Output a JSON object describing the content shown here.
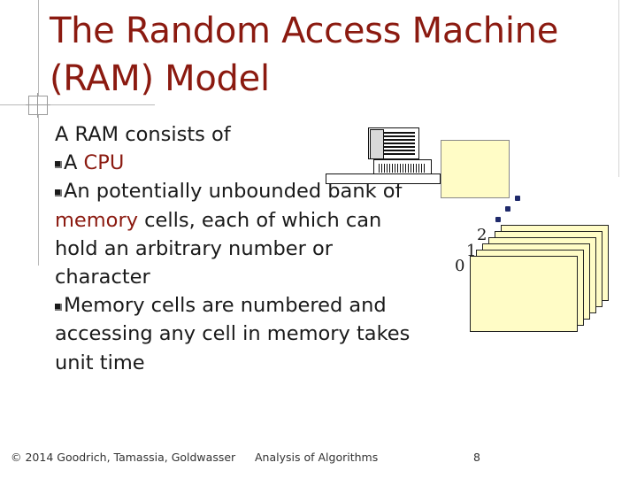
{
  "title": {
    "line1": "The Random Access Machine",
    "line2": "(RAM) Model"
  },
  "body": {
    "line1": "A RAM consists of",
    "bullet1_prefix": "A ",
    "bullet1_highlight": "CPU",
    "bullet2_line1": "An potentially unbounded bank of",
    "bullet2_line2_highlight": "memory",
    "bullet2_line2_rest": " cells, each of which can",
    "bullet2_line3": "hold an arbitrary number or",
    "bullet2_line4": "character",
    "bullet3_line1": "Memory cells are numbered and",
    "bullet3_line2": "accessing any cell in memory takes",
    "bullet3_line3": "unit time"
  },
  "memory_labels": [
    "0",
    "1",
    "2"
  ],
  "footer": {
    "copyright": "© 2014 Goodrich, Tamassia, Goldwasser",
    "course": "Analysis of Algorithms",
    "page": "8"
  },
  "colors": {
    "title": "#8b1a10",
    "highlight": "#8b1a10",
    "cpu_fill": "#fffcc6",
    "memory_fill": "#fffcc6",
    "dots": "#1f2a6b"
  },
  "icons": [
    "computer-icon",
    "square-bullet-icon"
  ]
}
